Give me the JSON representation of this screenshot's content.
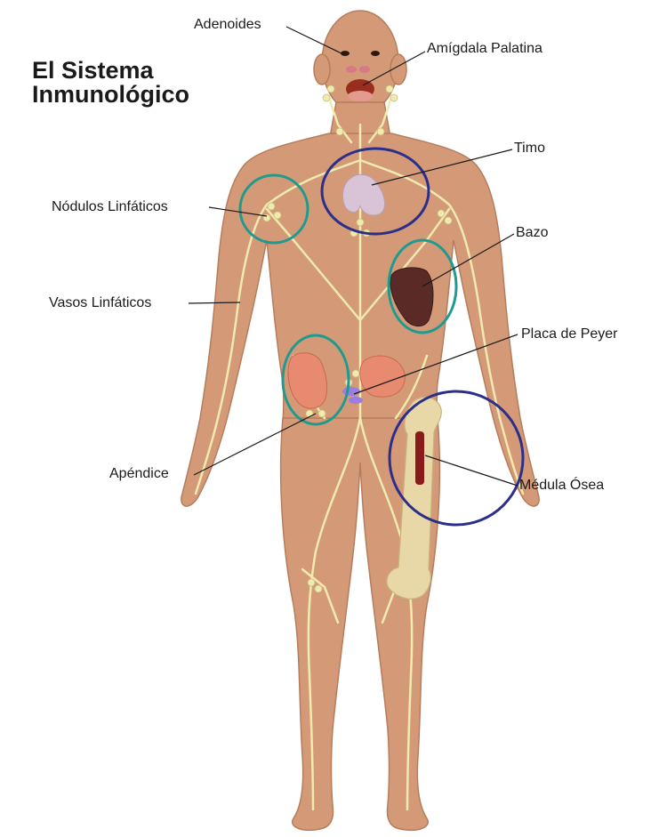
{
  "title": {
    "line1": "El Sistema",
    "line2": "Inmunológico"
  },
  "labels": {
    "adenoides": "Adenoides",
    "amigdala": "Amígdala Palatina",
    "timo": "Timo",
    "nodulos": "Nódulos Linfáticos",
    "bazo": "Bazo",
    "vasos": "Vasos Linfáticos",
    "placa": "Placa de Peyer",
    "apendice": "Apéndice",
    "medula": "Médula Ósea"
  },
  "colors": {
    "skin": "#d49a78",
    "skin_outline": "#b57d5c",
    "lymph": "#f0eab0",
    "circle_teal": "#1f9a8f",
    "circle_navy": "#2b2f8a",
    "bone": "#e8d8a8",
    "marrow": "#8a1b1b",
    "spleen": "#5a2a26",
    "thymus": "#d9c3d6",
    "intestine": "#e88a70"
  }
}
